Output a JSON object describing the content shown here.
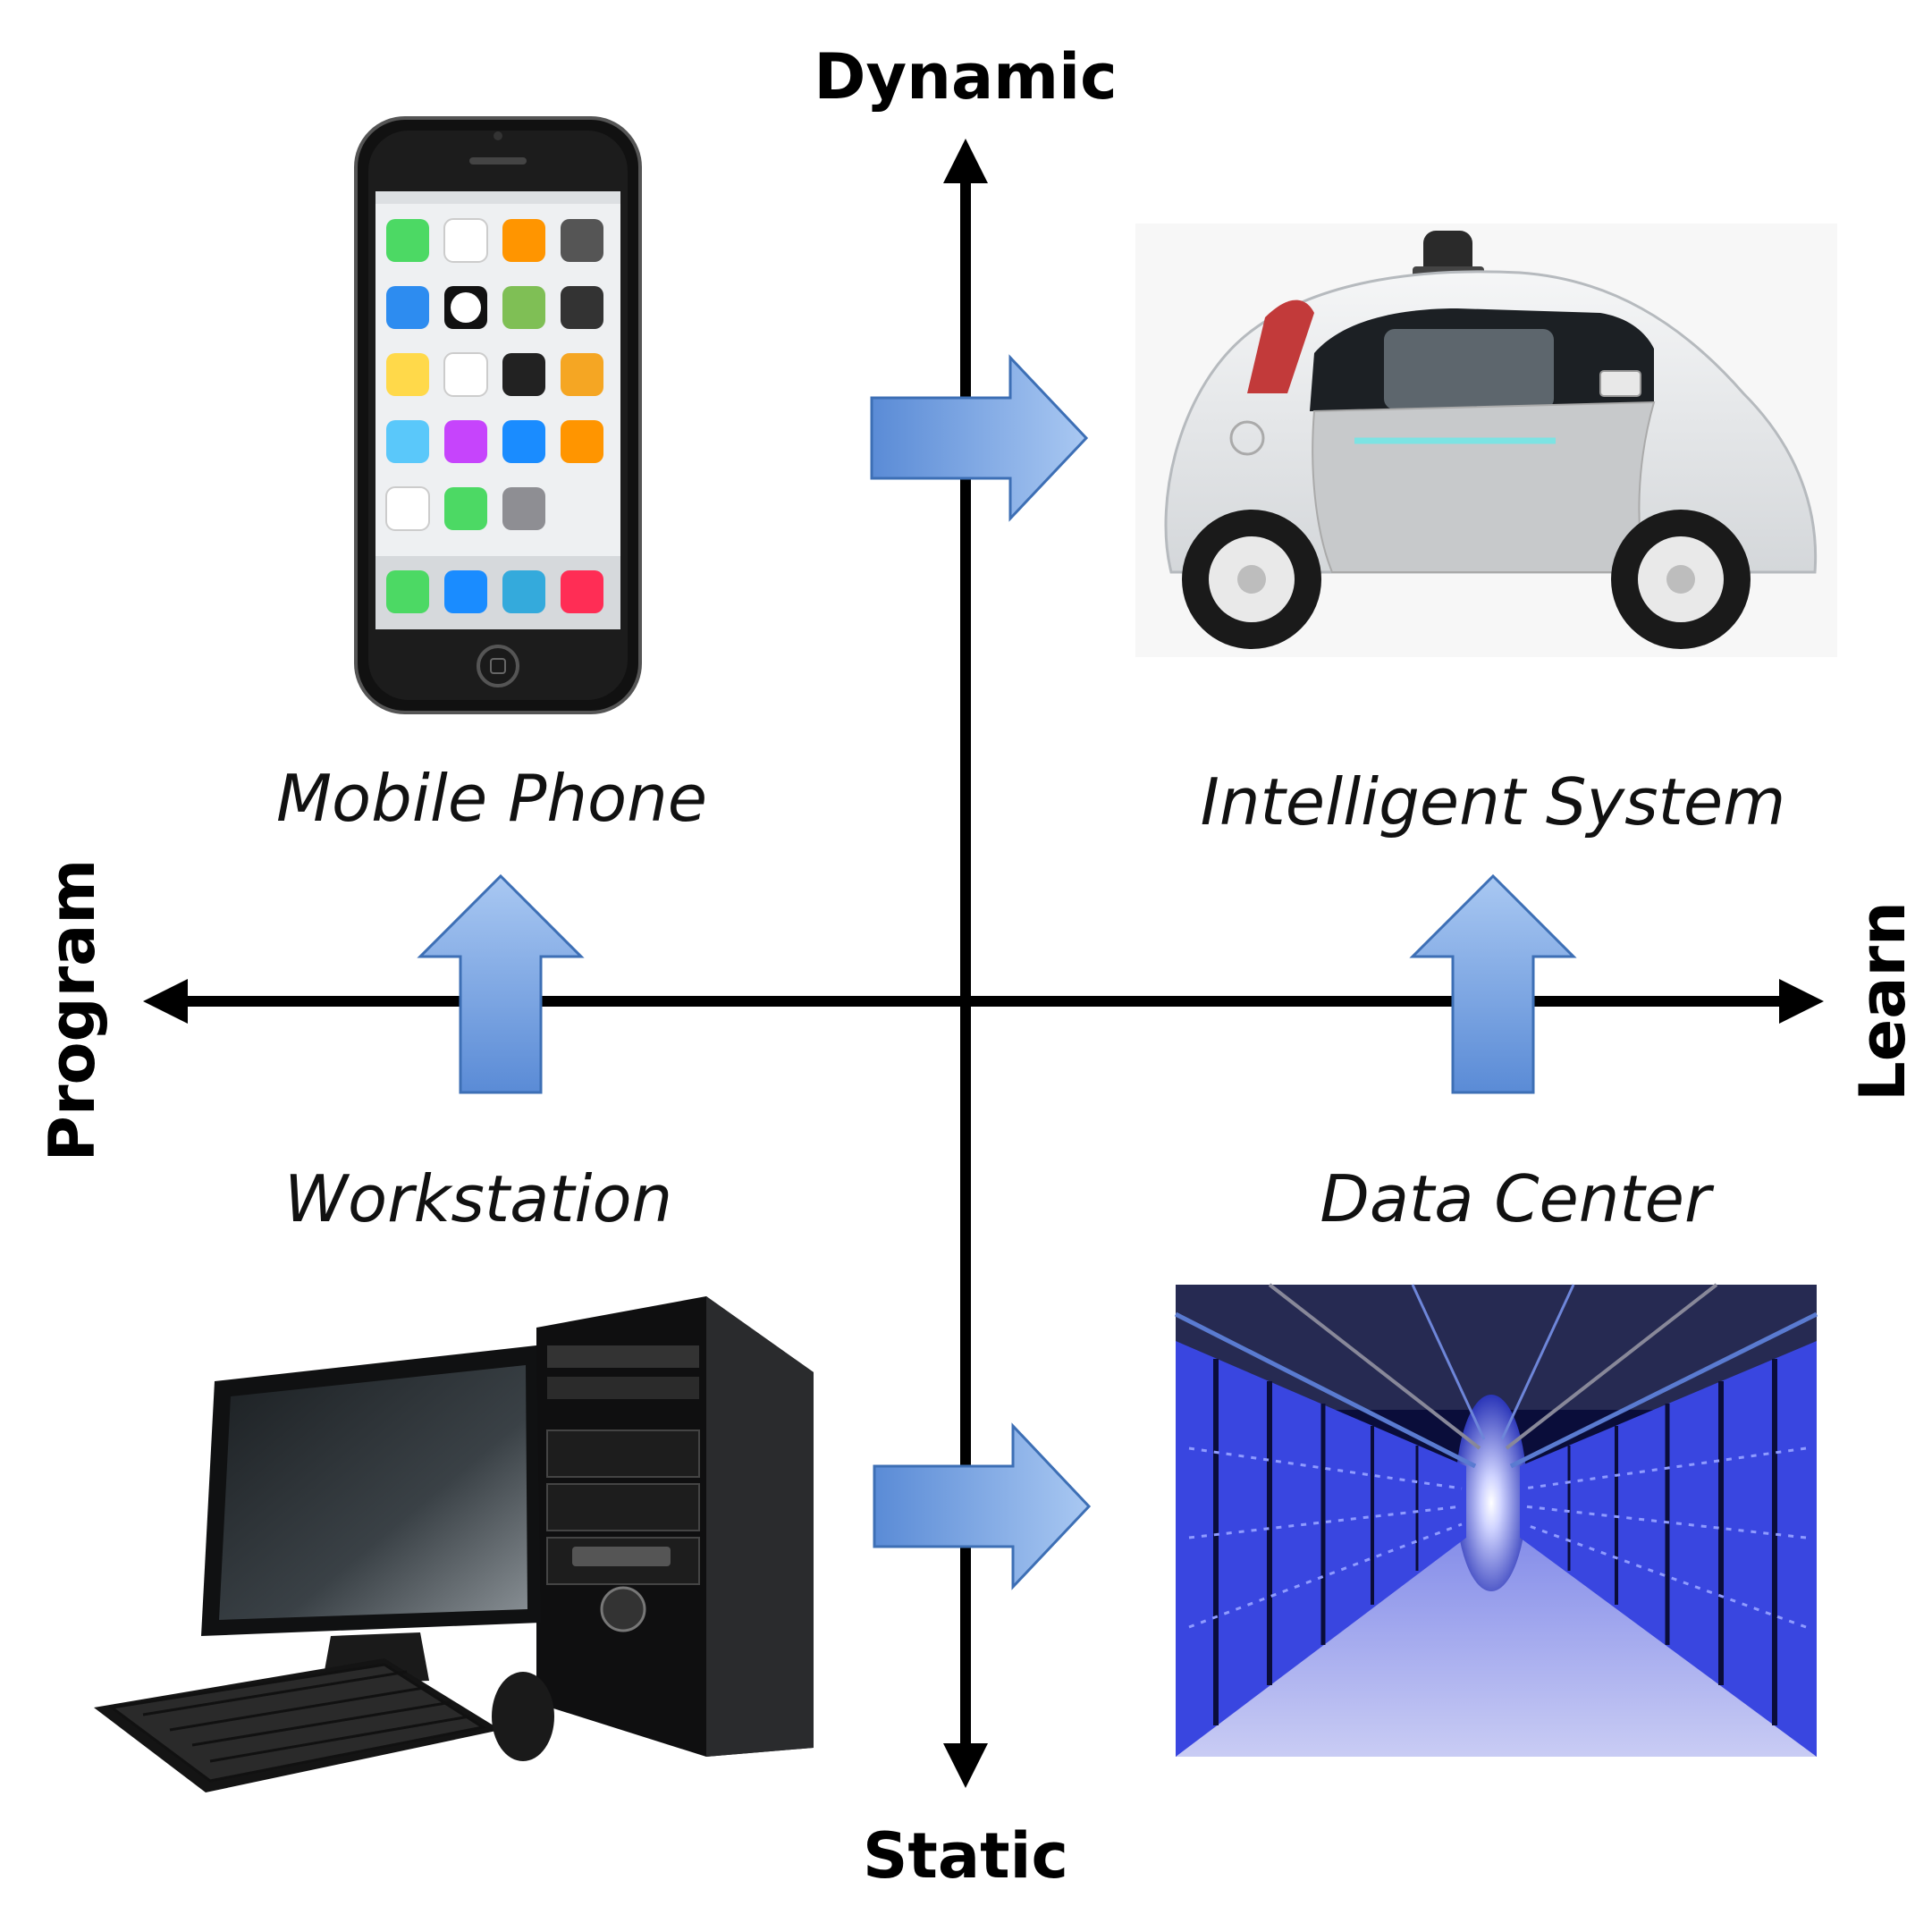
{
  "axes": {
    "top": "Dynamic",
    "bottom": "Static",
    "left": "Program",
    "right": "Learn"
  },
  "quadrants": {
    "top_left": {
      "caption": "Mobile Phone",
      "icon": "mobile-phone-icon"
    },
    "top_right": {
      "caption": "Intelligent System",
      "icon": "self-driving-car-icon"
    },
    "bottom_left": {
      "caption": "Workstation",
      "icon": "desktop-computer-icon"
    },
    "bottom_right": {
      "caption": "Data Center",
      "icon": "data-center-icon"
    }
  },
  "colors": {
    "axis": "#000000",
    "transition_arrow_fill": "#6a9be0",
    "transition_arrow_stroke": "#3d6fb5",
    "datacenter_glow": "#3a4dff"
  }
}
